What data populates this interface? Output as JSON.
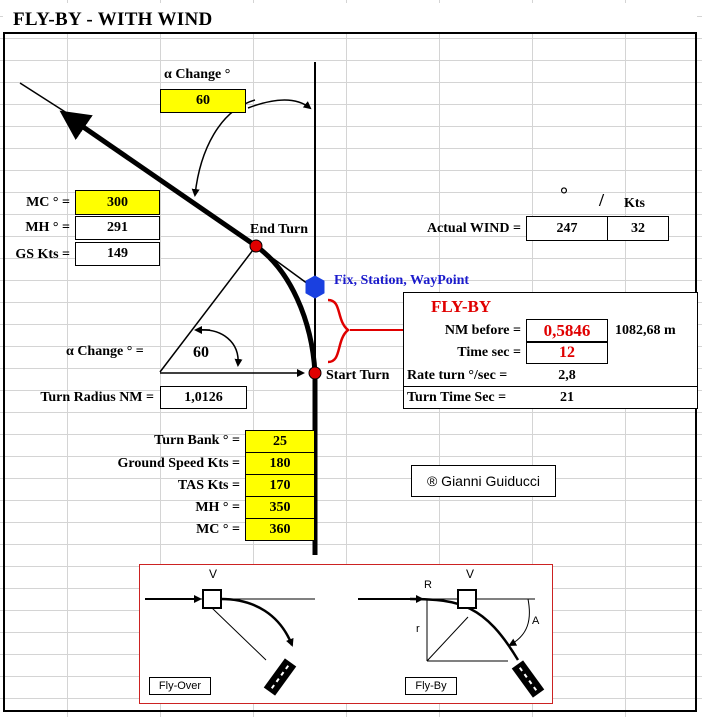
{
  "title": "FLY-BY  -  WITH WIND",
  "alpha_change_top": {
    "label": "α Change °",
    "value": "60"
  },
  "left_values": {
    "mc_label": "MC ° =",
    "mc_value": "300",
    "mh_label": "MH ° =",
    "mh_value": "291",
    "gs_label": "GS Kts =",
    "gs_value": "149"
  },
  "wind": {
    "deg_symbol": "°",
    "slash": "/",
    "kts_label": "Kts",
    "label": "Actual WIND =",
    "direction": "247",
    "speed": "32"
  },
  "diagram": {
    "end_turn": "End Turn",
    "fix_label": "Fix, Station, WayPoint",
    "start_turn": "Start Turn",
    "alpha_label": "α Change ° =",
    "alpha_value": "60"
  },
  "flyby_box": {
    "heading": "FLY-BY",
    "nm_before_label": "NM before =",
    "nm_before_value": "0,5846",
    "meters": "1082,68 m",
    "time_label": "Time sec =",
    "time_value": "12",
    "rate_label": "Rate turn °/sec =",
    "rate_value": "2,8",
    "turn_time_label": "Turn Time Sec =",
    "turn_time_value": "21"
  },
  "turn_radius": {
    "label": "Turn Radius NM =",
    "value": "1,0126"
  },
  "inputs": [
    {
      "label": "Turn Bank ° =",
      "value": "25"
    },
    {
      "label": "Ground Speed Kts =",
      "value": "180"
    },
    {
      "label": "TAS Kts =",
      "value": "170"
    },
    {
      "label": "MH ° =",
      "value": "350"
    },
    {
      "label": "MC ° =",
      "value": "360"
    }
  ],
  "credit": "®  Gianni Guiducci",
  "figure": {
    "v_left": "V",
    "flyover_label": "Fly-Over",
    "r_label": "R",
    "v_right": "V",
    "small_r": "r",
    "a_label": "A",
    "flyby_label": "Fly-By"
  },
  "colors": {
    "input_yellow": "#ffff00",
    "accent_red": "#e00000",
    "fix_blue": "#1a40e0",
    "figure_border": "#cc2222"
  }
}
